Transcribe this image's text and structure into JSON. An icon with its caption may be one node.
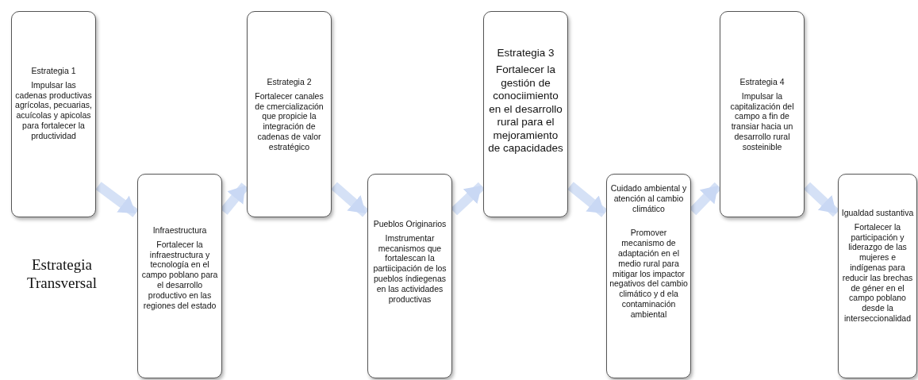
{
  "diagram": {
    "nodes": [
      {
        "text": [
          "Estrategia 1",
          "Impulsar las cadenas productivas agrícolas, pecuarias, acuícolas y apicolas para fortalecer la prductividad"
        ]
      },
      {
        "text": [
          "Infraestructura",
          "Fortalecer la infraestructura y tecnología en el campo poblano para el desarrollo productivo en las regiones del estado"
        ]
      },
      {
        "text": [
          "Estrategia 2",
          "Fortalecer canales de cmercialización que propicie la integración de cadenas de valor estratégico"
        ]
      },
      {
        "text": [
          "Pueblos Originarios",
          "Imstrumentar mecanismos que fortalescan la partiicipación de los pueblos índiegenas en las actividades productivas"
        ]
      },
      {
        "text": [
          "Estrategia 3",
          "Fortalecer la gestión de conociimiento en el desarrollo rural para el mejoramiento de capacidades"
        ]
      },
      {
        "text": [
          "Cuidado ambiental y atención al cambio climático",
          "Promover mecanismo de adaptación en el medio rural para mitigar los impactor negativos del cambio climático y d ela contaminación ambiental"
        ]
      },
      {
        "text": [
          "Estrategia 4",
          "Impulsar la capitalización del campo a fin de transiar hacia un desarrollo rural  sosteinible"
        ]
      },
      {
        "text": [
          "Igualdad sustantiva",
          "Fortalecer la participación y liderazgo de las mujeres e indígenas para reducir las brechas de géner en el campo poblano desde la interseccionalidad"
        ]
      }
    ],
    "edges": [
      {
        "from": 0,
        "to": 1,
        "arrow": "to"
      },
      {
        "from": 1,
        "to": 2,
        "arrow": "to"
      },
      {
        "from": 2,
        "to": 3,
        "arrow": "to"
      },
      {
        "from": 3,
        "to": 4,
        "arrow": "to"
      },
      {
        "from": 4,
        "to": 5,
        "arrow": "to"
      },
      {
        "from": 5,
        "to": 6,
        "arrow": "to"
      },
      {
        "from": 6,
        "to": 7,
        "arrow": "to"
      }
    ],
    "labels": [
      "Estrategia Transversal"
    ]
  }
}
